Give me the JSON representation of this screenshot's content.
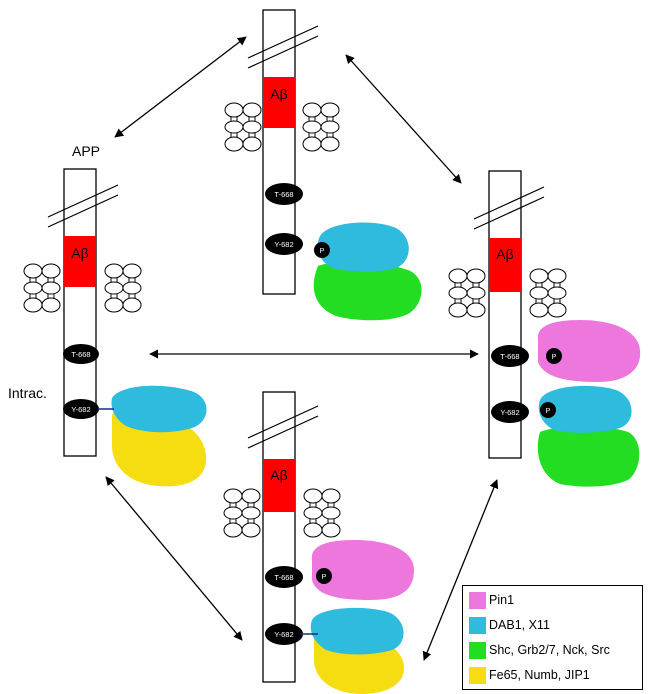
{
  "labels": {
    "app": "APP",
    "intrac": "Intrac.",
    "abeta": "Aβ",
    "t668": "T-668",
    "y682": "Y-682",
    "p": "P"
  },
  "legend": [
    {
      "label": "Pin1",
      "color": "#ee77dd",
      "swatch": "pink-swatch"
    },
    {
      "label": "DAB1, X11",
      "color": "#2fbbdd",
      "swatch": "cyan-swatch"
    },
    {
      "label": "Shc, Grb2/7, Nck, Src",
      "color": "#22dd22",
      "swatch": "green-swatch"
    },
    {
      "label": "Fe65, Numb, JIP1",
      "color": "#f6dd11",
      "swatch": "yellow-swatch"
    }
  ],
  "colors": {
    "abeta": "#ff0000",
    "pin1": "#ee77dd",
    "dab1": "#2fbbdd",
    "shc": "#22dd22",
    "fe65": "#f6dd11",
    "site": "#000000"
  }
}
